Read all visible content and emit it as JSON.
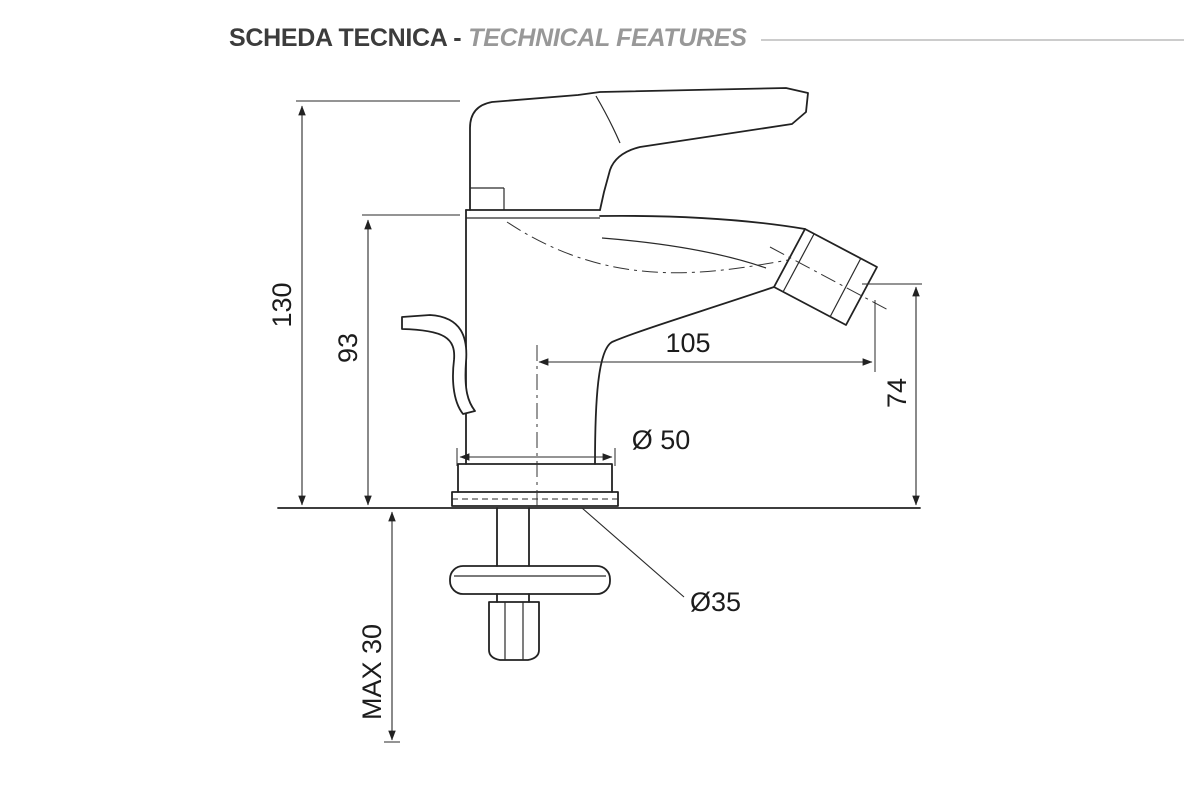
{
  "header": {
    "title_primary": "SCHEDA TECNICA -",
    "title_secondary": "TECHNICAL FEATURES"
  },
  "dimensions": {
    "overall_height": "130",
    "body_height": "93",
    "spout_reach": "105",
    "outlet_height": "74",
    "base_diameter": "Ø 50",
    "hole_diameter": "Ø35",
    "max_deck_thickness": "MAX 30"
  },
  "colors": {
    "line": "#222222",
    "title_primary": "#3c3c3c",
    "title_secondary": "#989898",
    "rule": "#cccccc",
    "background": "#ffffff"
  }
}
